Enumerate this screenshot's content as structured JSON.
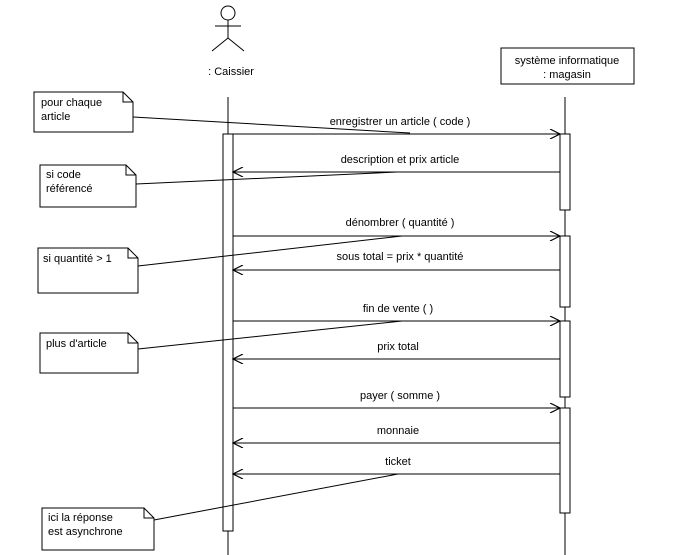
{
  "actors": {
    "caissier": {
      "label": ": Caissier"
    },
    "systeme": {
      "label_lines": [
        "système informatique",
        ": magasin"
      ]
    }
  },
  "messages": [
    {
      "label": "enregistrer un article ( code )",
      "direction": "call"
    },
    {
      "label": "description et prix article",
      "direction": "return"
    },
    {
      "label": "dénombrer ( quantité )",
      "direction": "call"
    },
    {
      "label": "sous total = prix * quantité",
      "direction": "return"
    },
    {
      "label": "fin de vente ( )",
      "direction": "call"
    },
    {
      "label": "prix total",
      "direction": "return"
    },
    {
      "label": "payer ( somme )",
      "direction": "call"
    },
    {
      "label": "monnaie",
      "direction": "return"
    },
    {
      "label": "ticket",
      "direction": "return"
    }
  ],
  "notes": [
    {
      "lines": [
        "pour chaque",
        "article"
      ]
    },
    {
      "lines": [
        "si code",
        "référencé"
      ]
    },
    {
      "lines": [
        "si quantité > 1"
      ]
    },
    {
      "lines": [
        "plus d'article"
      ]
    },
    {
      "lines": [
        "ici la réponse",
        "est asynchrone"
      ]
    }
  ]
}
